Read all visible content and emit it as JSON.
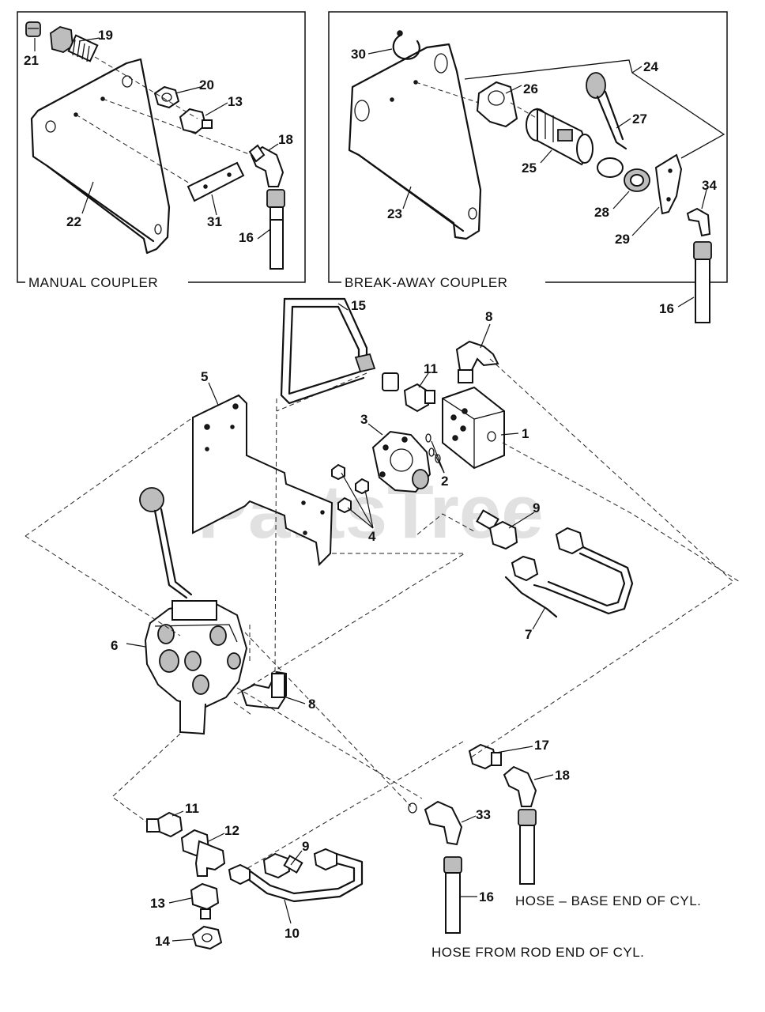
{
  "watermark": "PartsTree",
  "captions": {
    "manual_coupler": "MANUAL COUPLER",
    "breakaway_coupler": "BREAK-AWAY COUPLER",
    "hose_base": "HOSE – BASE END OF CYL.",
    "hose_rod": "HOSE FROM ROD END OF CYL."
  },
  "callouts": {
    "c21": "21",
    "c19": "19",
    "c20": "20",
    "c13a": "13",
    "c18a": "18",
    "c22": "22",
    "c31": "31",
    "c16a": "16",
    "c30": "30",
    "c26": "26",
    "c24": "24",
    "c27": "27",
    "c25": "25",
    "c23": "23",
    "c28": "28",
    "c29": "29",
    "c34": "34",
    "c16b": "16",
    "c15": "15",
    "c8a": "8",
    "c11a": "11",
    "c5": "5",
    "c3": "3",
    "c1": "1",
    "c2": "2",
    "c4": "4",
    "c9a": "9",
    "c7": "7",
    "c6": "6",
    "c8b": "8",
    "c17": "17",
    "c18b": "18",
    "c11b": "11",
    "c12": "12",
    "c33": "33",
    "c9b": "9",
    "c13b": "13",
    "c10": "10",
    "c16c": "16",
    "c14": "14"
  }
}
